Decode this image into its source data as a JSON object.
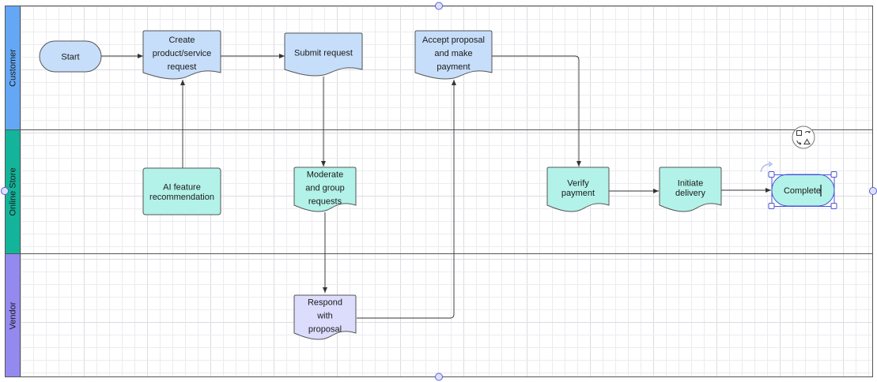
{
  "lanes": [
    {
      "id": "customer",
      "label": "Customer",
      "color": "#64a8f5",
      "fill": "#c6defa"
    },
    {
      "id": "store",
      "label": "Online Store",
      "color": "#13b49a",
      "fill": "#b3f2e8"
    },
    {
      "id": "vendor",
      "label": "Vendor",
      "color": "#9489ef",
      "fill": "#dcdcfd"
    }
  ],
  "nodes": {
    "start": {
      "lines": [
        "Start"
      ]
    },
    "create": {
      "lines": [
        "Create",
        "product/service",
        "request"
      ]
    },
    "submit": {
      "lines": [
        "Submit request"
      ]
    },
    "accept": {
      "lines": [
        "Accept proposal",
        "and make",
        "payment"
      ]
    },
    "ai": {
      "lines": [
        "AI feature",
        "recommendation"
      ]
    },
    "moderate": {
      "lines": [
        "Moderate",
        "and group",
        "requests"
      ]
    },
    "verify": {
      "lines": [
        "Verify",
        "payment"
      ]
    },
    "initiate": {
      "lines": [
        "Initiate",
        "delivery"
      ]
    },
    "complete": {
      "lines": [
        "Complete"
      ]
    },
    "respond": {
      "lines": [
        "Respond",
        "with",
        "proposal"
      ]
    }
  },
  "colors": {
    "selection": "#4a55d8",
    "border": "#555555"
  }
}
